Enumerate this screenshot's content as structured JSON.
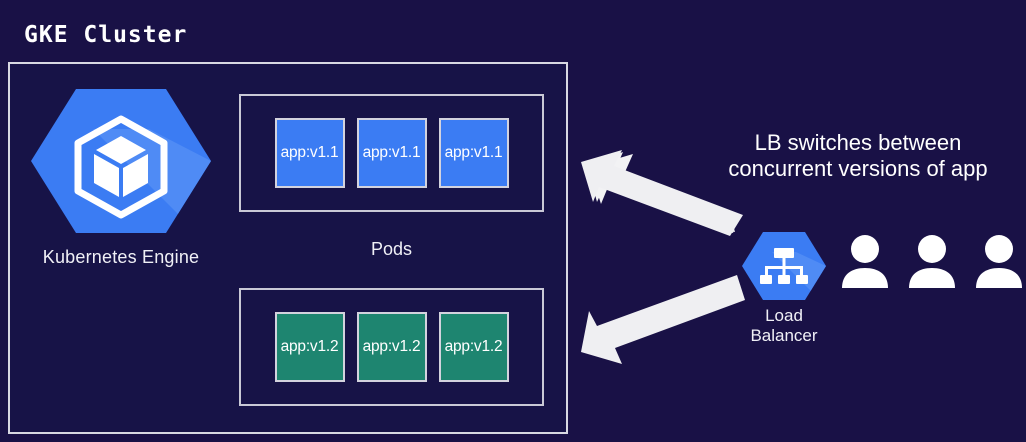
{
  "diagram": {
    "title": "GKE Cluster",
    "background_color": "#191146",
    "cluster_box": {
      "border_color": "#d8d8e2",
      "fill_color": "#171347"
    },
    "gke_node": {
      "label": "Kubernetes Engine",
      "icon": "kubernetes-engine-hexagon-icon",
      "hex_color": "#3b7cf3",
      "hex_shadow_color": "#4f8bf5"
    },
    "pods_label": "Pods",
    "pod_groups": [
      {
        "id": "v1-1",
        "version_color": "#3b7cf3",
        "pods": [
          {
            "label": "app:v1.1"
          },
          {
            "label": "app:v1.1"
          },
          {
            "label": "app:v1.1"
          }
        ]
      },
      {
        "id": "v1-2",
        "version_color": "#1e8570",
        "pods": [
          {
            "label": "app:v1.2"
          },
          {
            "label": "app:v1.2"
          },
          {
            "label": "app:v1.2"
          }
        ]
      }
    ],
    "callout": {
      "line1": "LB switches between",
      "line2": "concurrent versions of app"
    },
    "load_balancer": {
      "label_line1": "Load",
      "label_line2": "Balancer",
      "icon": "load-balancer-hierarchy-icon",
      "hex_color": "#3b7cf3"
    },
    "arrows": {
      "upper": "arrow-up-left",
      "lower": "arrow-down-left",
      "color": "#f2f2f4"
    },
    "users": {
      "count": 3,
      "icon": "user-person-icon",
      "color": "#ffffff"
    }
  }
}
